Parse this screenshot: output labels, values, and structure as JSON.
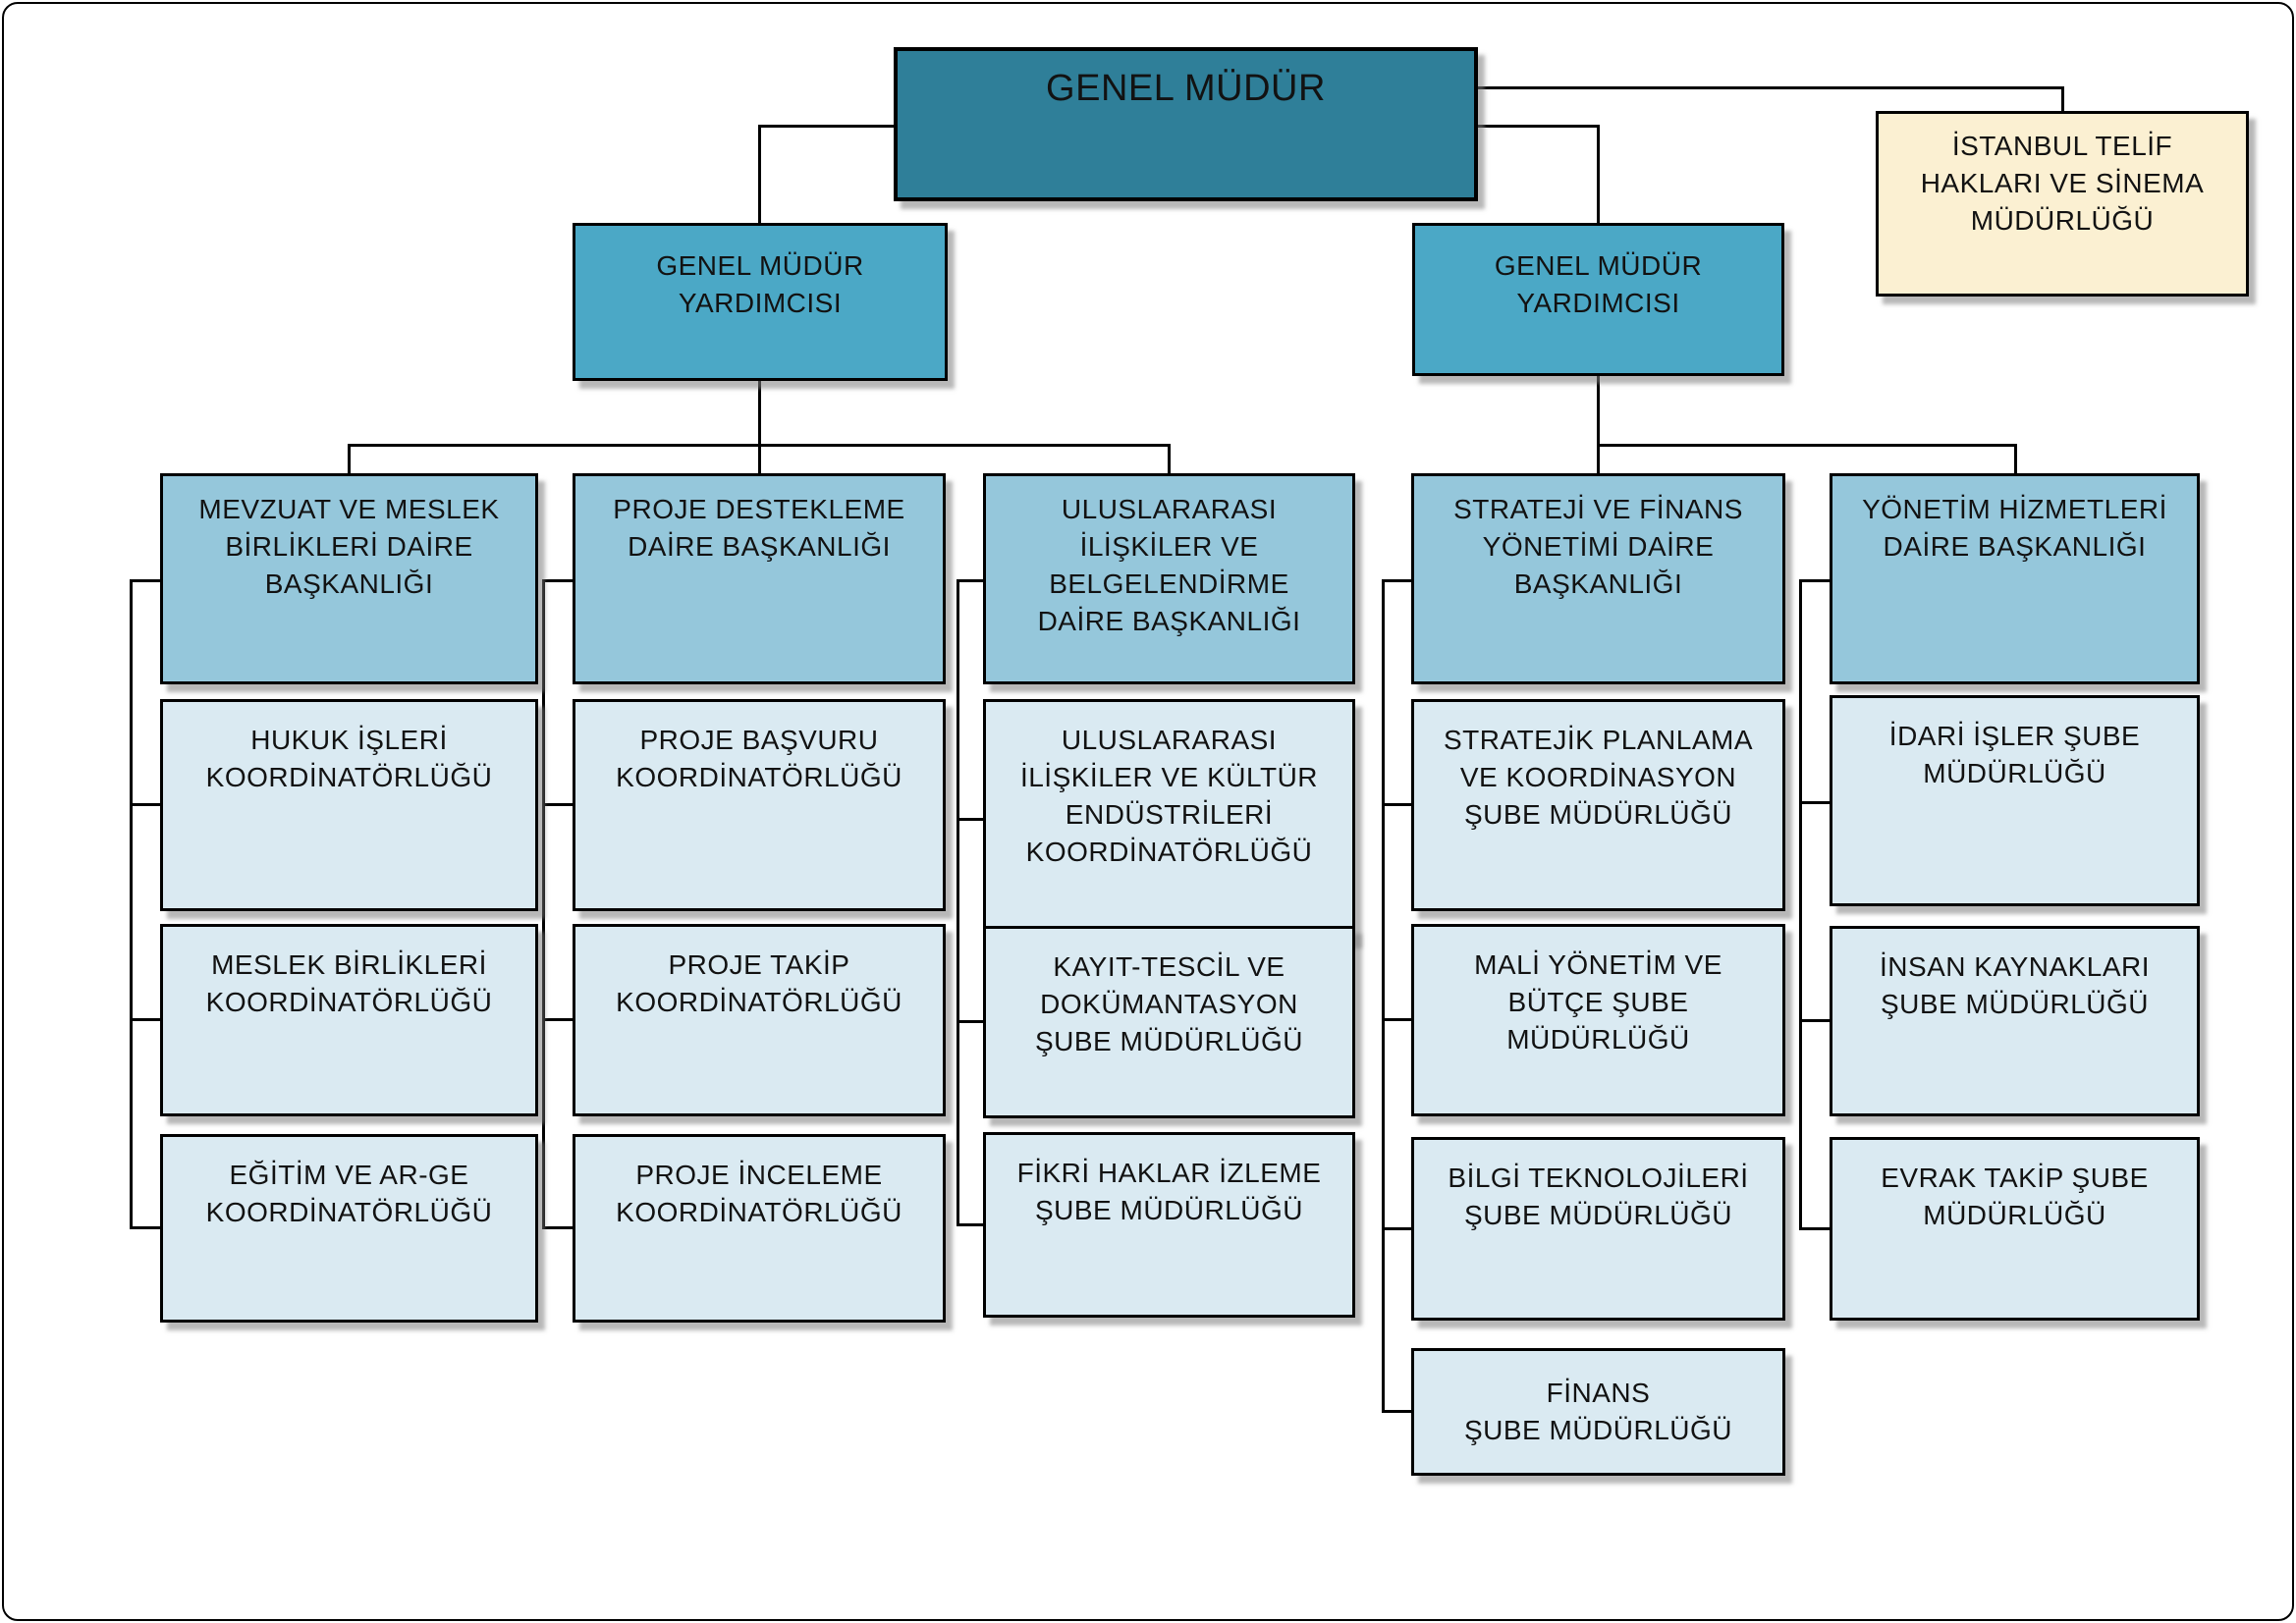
{
  "org": {
    "root": {
      "label": "GENEL MÜDÜR"
    },
    "affiliate": {
      "label": "İSTANBUL TELİF\nHAKLARI VE SİNEMA\nMÜDÜRLÜĞÜ"
    },
    "deputy_left": {
      "label": "GENEL MÜDÜR\nYARDIMCISI"
    },
    "deputy_right": {
      "label": "GENEL MÜDÜR\nYARDIMCISI"
    },
    "columns": [
      {
        "header": "MEVZUAT VE MESLEK\nBİRLİKLERİ DAİRE\nBAŞKANLIĞI",
        "children": [
          "HUKUK İŞLERİ\nKOORDİNATÖRLÜĞÜ",
          "MESLEK BİRLİKLERİ\nKOORDİNATÖRLÜĞÜ",
          "EĞİTİM VE AR-GE\nKOORDİNATÖRLÜĞÜ"
        ]
      },
      {
        "header": "PROJE DESTEKLEME\nDAİRE BAŞKANLIĞI",
        "children": [
          "PROJE BAŞVURU\nKOORDİNATÖRLÜĞÜ",
          "PROJE TAKİP\nKOORDİNATÖRLÜĞÜ",
          "PROJE İNCELEME\nKOORDİNATÖRLÜĞÜ"
        ]
      },
      {
        "header": "ULUSLARARASI\nİLİŞKİLER VE\nBELGELENDİRME\nDAİRE BAŞKANLIĞI",
        "children": [
          "ULUSLARARASI\nİLİŞKİLER VE KÜLTÜR\nENDÜSTRİLERİ\nKOORDİNATÖRLÜĞÜ",
          "KAYIT-TESCİL VE\nDOKÜMANTASYON\nŞUBE MÜDÜRLÜĞÜ",
          "FİKRİ HAKLAR İZLEME\nŞUBE MÜDÜRLÜĞÜ"
        ]
      },
      {
        "header": "STRATEJİ VE FİNANS\nYÖNETİMİ DAİRE\nBAŞKANLIĞI",
        "children": [
          "STRATEJİK PLANLAMA\nVE KOORDİNASYON\nŞUBE MÜDÜRLÜĞÜ",
          "MALİ YÖNETİM VE\nBÜTÇE ŞUBE\nMÜDÜRLÜĞÜ",
          "BİLGİ TEKNOLOJİLERİ\nŞUBE MÜDÜRLÜĞÜ",
          "FİNANS\nŞUBE MÜDÜRLÜĞÜ"
        ]
      },
      {
        "header": "YÖNETİM HİZMETLERİ\nDAİRE BAŞKANLIĞI",
        "children": [
          "İDARİ İŞLER ŞUBE\nMÜDÜRLÜĞÜ",
          "İNSAN KAYNAKLARI\nŞUBE MÜDÜRLÜĞÜ",
          "EVRAK TAKİP ŞUBE\nMÜDÜRLÜĞÜ"
        ]
      }
    ],
    "colors": {
      "root_fill": "#2F7F99",
      "deputy_fill": "#4BA8C6",
      "header_fill": "#95C7DB",
      "child_fill": "#DAEAF2",
      "affiliate_fill": "#FBF0D2",
      "line": "#000000"
    }
  }
}
